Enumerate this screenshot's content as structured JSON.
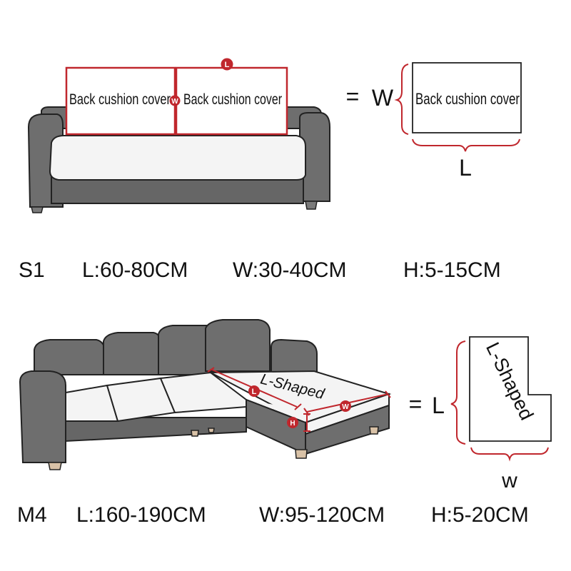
{
  "s1": {
    "cushion_label_left": "Back cushion cover",
    "cushion_label_right": "Back cushion cover",
    "marker_l": "L",
    "marker_w": "W",
    "equals": "=",
    "dim_w": "W",
    "dim_l": "L",
    "cover_label": "Back cushion cover",
    "specs": {
      "model": "S1",
      "length": "L:60-80CM",
      "width": "W:30-40CM",
      "height": "H:5-15CM"
    }
  },
  "m4": {
    "chaise_label": "L-Shaped",
    "marker_l": "L",
    "marker_w": "W",
    "marker_h": "H",
    "equals": "=",
    "dim_l": "L",
    "dim_w": "w",
    "cover_label": "L-Shaped",
    "specs": {
      "model": "M4",
      "length": "L:160-190CM",
      "width": "W:95-120CM",
      "height": "H:5-20CM"
    }
  },
  "colors": {
    "sofa_gray": "#6e6e6e",
    "sofa_dark": "#555555",
    "cushion_white": "#f4f4f4",
    "accent_red": "#c0272d",
    "outline": "#222222",
    "wood_leg": "#d9c2a7"
  }
}
